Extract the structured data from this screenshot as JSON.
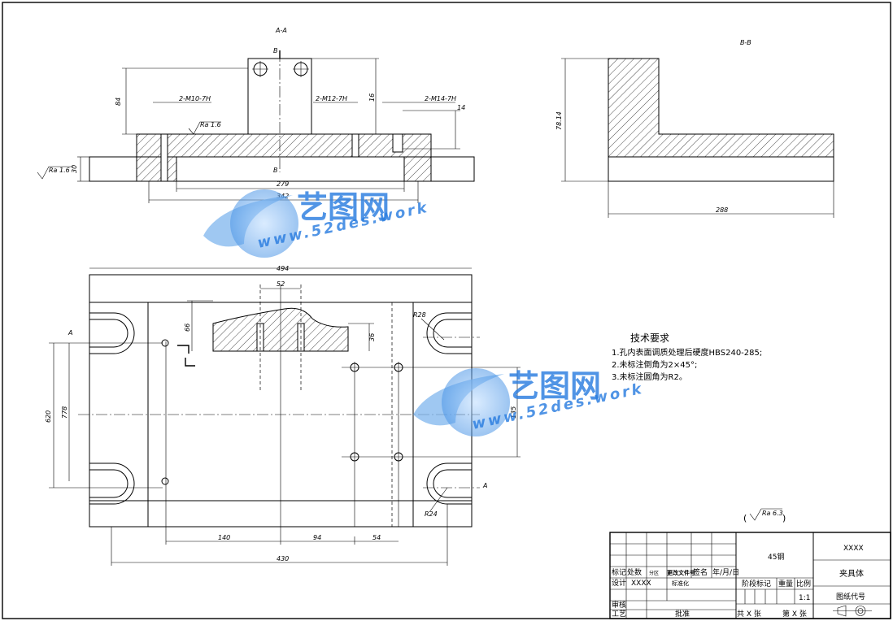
{
  "drawing": {
    "section_aa_label": "A-A",
    "section_bb_label": "B-B",
    "cut_labels": [
      "B",
      "B",
      "A",
      "A"
    ]
  },
  "dimensions": {
    "top_view": {
      "height_84": "84",
      "height_30": "30",
      "thread_1": "2-M10-7H",
      "thread_2": "2-M12-7H",
      "thread_3": "2-M14-7H",
      "depth_16": "16",
      "depth_14": "14",
      "roughness_1": "Ra 1.6",
      "roughness_2": "Ra 1.6",
      "width_279": "279",
      "width_342": "342"
    },
    "side_view": {
      "height_78": "78.14",
      "width_288": "288"
    },
    "plan_view": {
      "width_494": "494",
      "width_52": "52",
      "height_66": "66",
      "height_36": "36",
      "radius_28": "R28",
      "radius_24": "R24",
      "height_620": "620",
      "height_778": "778",
      "height_135": "135",
      "seg_140": "140",
      "seg_94": "94",
      "seg_54": "54",
      "width_430": "430"
    }
  },
  "tech_requirements": {
    "title": "技术要求",
    "items": [
      "1.孔内表面调质处理后硬度HBS240-285;",
      "2.未标注倒角为2×45°;",
      "3.未标注圆角为R2。"
    ]
  },
  "surface_finish": "Ra 6.3",
  "title_block": {
    "biaoji": "标记",
    "chushu": "处数",
    "fenqu": "分区",
    "genggai": "更改文件号",
    "qianming": "签名",
    "date": "年/月/日",
    "sheji": "设计",
    "designer": "XXXX",
    "biaozhunhua": "标准化",
    "shenhe": "审核",
    "gongyi": "工艺",
    "pizhun": "批准",
    "material": "45钢",
    "company": "XXXX",
    "part_name": "夹具体",
    "jieduan": "阶段标记",
    "zhongliang": "重量",
    "bili": "比例",
    "scale": "1:1",
    "tuzhi": "图纸代号",
    "total_sheets": "共 X 张",
    "sheet_no": "第 X 张"
  },
  "watermark": {
    "brand": "艺图网",
    "url": "www.52des.work",
    "colors": {
      "primary": "#2a7de0",
      "secondary": "#7fb6ee"
    }
  }
}
